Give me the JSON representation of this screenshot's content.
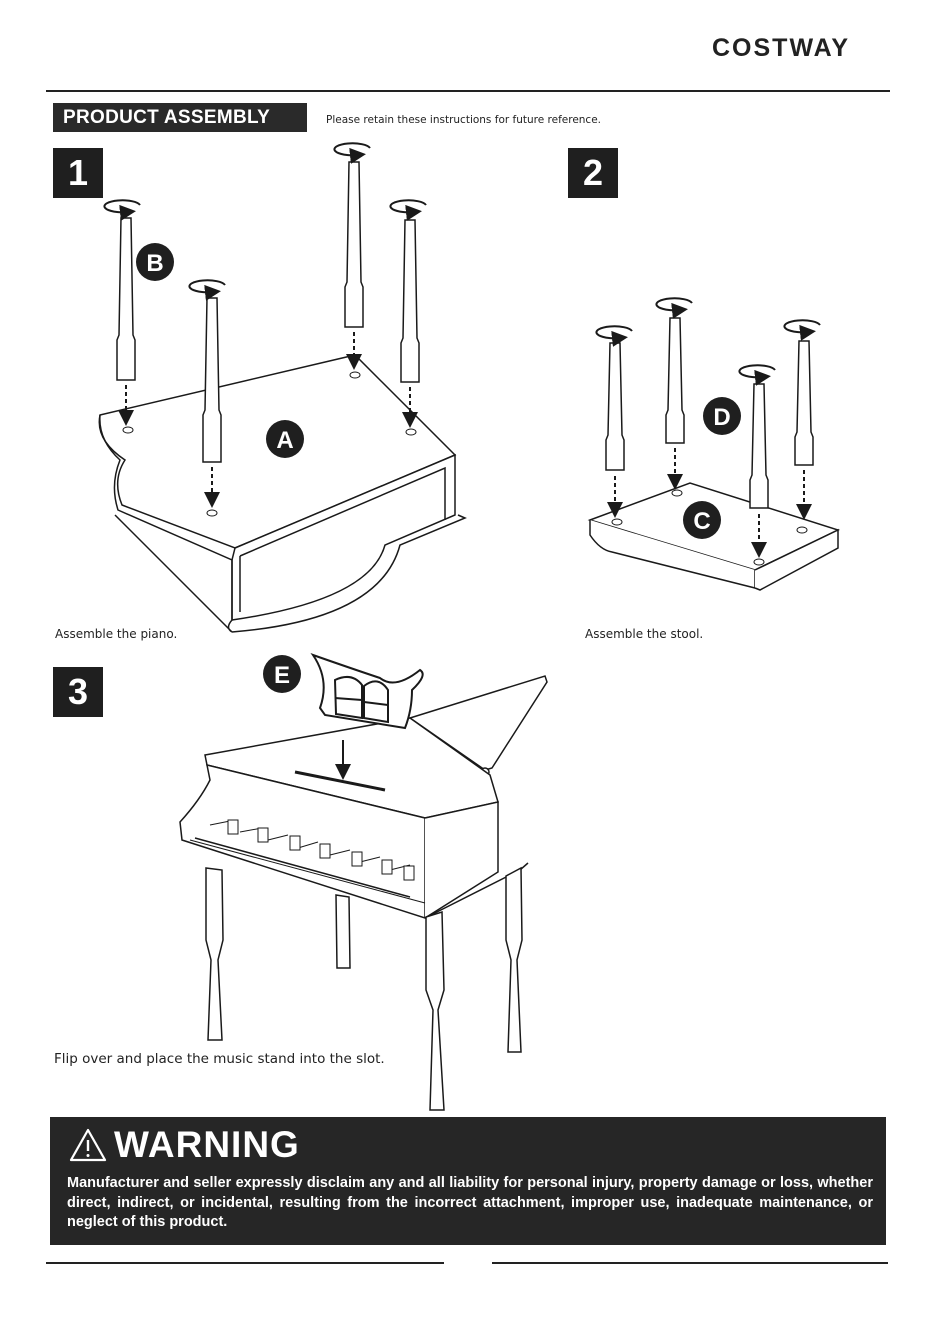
{
  "header": {
    "brand": "COSTWAY"
  },
  "section": {
    "title": "PRODUCT ASSEMBLY",
    "retain_note": "Please retain these instructions for future reference."
  },
  "steps": [
    {
      "number": "1",
      "caption": "Assemble the piano.",
      "labels": [
        "A",
        "B"
      ]
    },
    {
      "number": "2",
      "caption": "Assemble the stool.",
      "labels": [
        "C",
        "D"
      ]
    },
    {
      "number": "3",
      "caption": "Flip over and place the music stand into the slot.",
      "labels": [
        "E"
      ]
    }
  ],
  "warning": {
    "title": "WARNING",
    "text": "Manufacturer and seller expressly disclaim any and all liability for personal injury, property damage or loss, whether direct, indirect, or incidental, resulting from the incorrect attachment, improper use, inadequate maintenance, or neglect of this product."
  },
  "icons": {
    "warning": "warning-triangle-icon",
    "rotate": "rotate-arrow-icon"
  }
}
